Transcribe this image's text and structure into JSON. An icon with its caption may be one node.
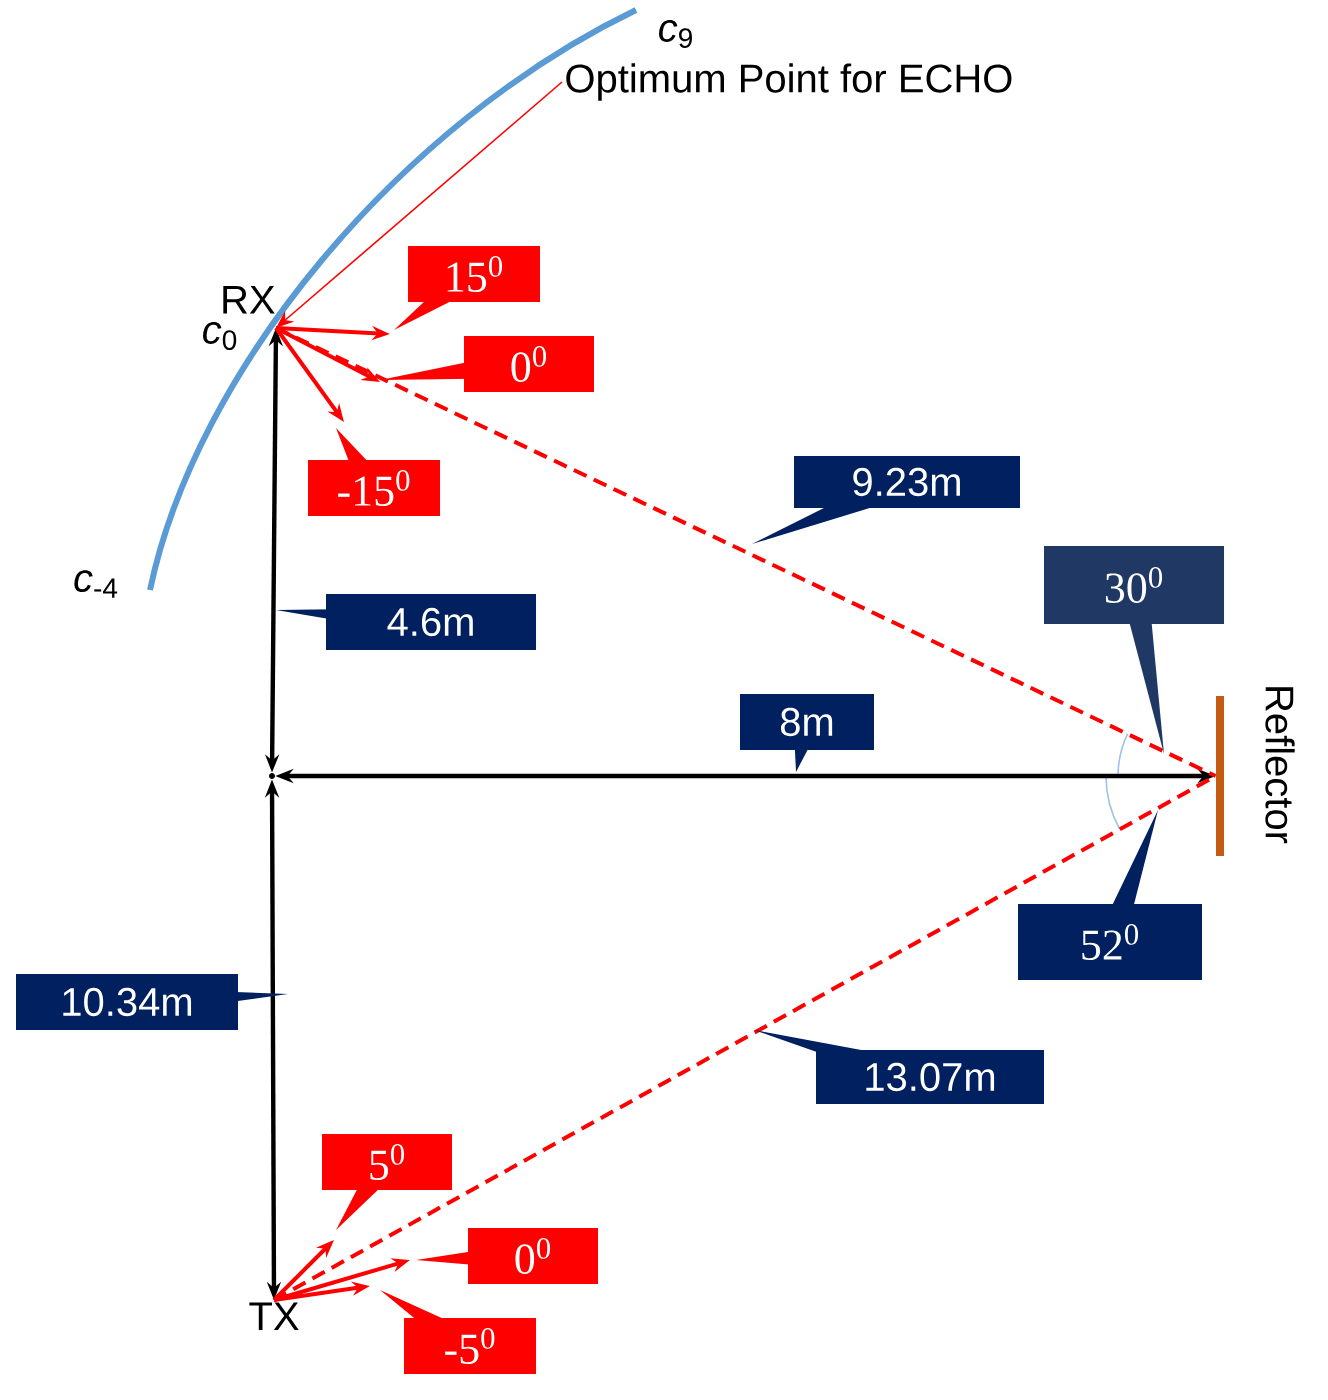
{
  "diagram": {
    "nodes": [
      {
        "text": [
          "RX"
        ]
      },
      {
        "text": [
          "TX"
        ]
      },
      {
        "text": [],
        "shape": "bar",
        "beside": [
          "Reflector"
        ]
      },
      {
        "text": [],
        "shape": "point"
      },
      {
        "text": [
          "Optimum Point for ECHO"
        ]
      }
    ],
    "edges": [
      {
        "from": 0,
        "to": 3,
        "arrow": "both",
        "label": "4.6m",
        "color": "#000000"
      },
      {
        "from": 3,
        "to": 1,
        "arrow": "both",
        "label": "10.34m",
        "color": "#000000"
      },
      {
        "from": 3,
        "to": 2,
        "arrow": "both",
        "label": "8m",
        "color": "#000000"
      },
      {
        "from": 0,
        "to": 2,
        "arrow": "none",
        "label": "9.23m",
        "style": "dashed",
        "color": "#ff0000"
      },
      {
        "from": 1,
        "to": 2,
        "arrow": "none",
        "label": "13.07m",
        "style": "dashed",
        "color": "#ff0000"
      },
      {
        "from": 0,
        "to": null,
        "arrow": "to",
        "label": "15$^{0}$",
        "color": "#ff0000"
      },
      {
        "from": 0,
        "to": null,
        "arrow": "to",
        "label": "0$^{0}$",
        "color": "#ff0000"
      },
      {
        "from": 0,
        "to": null,
        "arrow": "to",
        "label": "-15$^{0}$",
        "color": "#ff0000"
      },
      {
        "from": 1,
        "to": null,
        "arrow": "to",
        "label": "5$^{0}$",
        "color": "#ff0000"
      },
      {
        "from": 1,
        "to": null,
        "arrow": "to",
        "label": "0$^{0}$",
        "color": "#ff0000"
      },
      {
        "from": 1,
        "to": null,
        "arrow": "to",
        "label": "-5$^{0}$",
        "color": "#ff0000"
      },
      {
        "from": 4,
        "to": 0,
        "arrow": "to",
        "color": "#ff0000"
      }
    ],
    "labels": [
      "*c*$_{9}$",
      "*c*$_{0}$",
      "*c*$_{-4}$",
      "30$^{0}$",
      "52$^{0}$"
    ]
  }
}
